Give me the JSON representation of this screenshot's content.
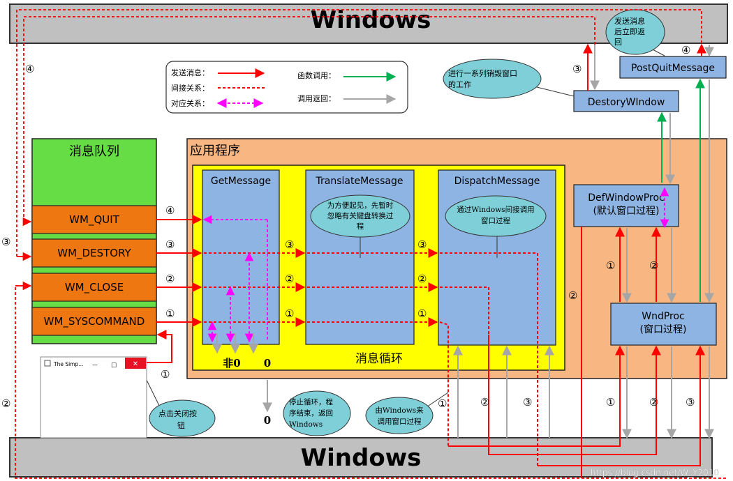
{
  "windows_label": "Windows",
  "legend": {
    "send": "发送消息：",
    "indirect": "间接关系：",
    "correspond": "对应关系：",
    "call": "函数调用：",
    "ret": "调用返回："
  },
  "queue": {
    "title": "消息队列",
    "items": [
      "WM_QUIT",
      "WM_DESTORY",
      "WM_CLOSE",
      "WM_SYSCOMMAND"
    ]
  },
  "app": {
    "title": "应用程序",
    "get_message": "GetMessage",
    "translate_message": "TranslateMessage",
    "dispatch_message": "DispatchMessage",
    "loop_label": "消息循环",
    "nonzero": "非0",
    "zero": "0",
    "def_window_proc": [
      "DefWindowProc",
      "(默认窗口过程)"
    ],
    "wnd_proc": [
      "WndProc",
      "(窗口过程)"
    ]
  },
  "functions": {
    "destroy_window": "DestoryWIndow",
    "post_quit_message": "PostQuitMessage"
  },
  "callouts": {
    "send_return": [
      "发送消息",
      "后立即返",
      "回"
    ],
    "destroy_work": [
      "进行一系列销毁窗口",
      "的工作"
    ],
    "ignore_kbd": [
      "为方便起见，先暂时",
      "忽略有关键盘转换过",
      "程"
    ],
    "indirect_call": [
      "通过Windows间接调用",
      "窗口过程"
    ],
    "click_close": [
      "点击关闭按",
      "钮"
    ],
    "stop_loop": [
      "停止循环，程",
      "序结束，返回",
      "Windows"
    ],
    "windows_call": [
      "由Windows来",
      "调用窗口过程"
    ]
  },
  "mini_window": {
    "title": "The Simp...",
    "min": "—",
    "max": "☐",
    "close": "✕"
  },
  "bottom_zero": "0",
  "steps": {
    "s1": "①",
    "s2": "②",
    "s3": "③",
    "s4": "④"
  },
  "watermark": "https://blog.csdn.net/W_Y2010",
  "colors": {
    "send": "#ff0000",
    "indirect": "#ff0000",
    "correspond": "#ff00ff",
    "call": "#00b050",
    "ret": "#a6a6a6",
    "queue_bg": "#66dd44",
    "queue_item": "#ee7711",
    "app_bg": "#f7b682",
    "loop_bg": "#ffff00",
    "box_blue": "#8eb4e3",
    "callout": "#7ecfd8"
  }
}
